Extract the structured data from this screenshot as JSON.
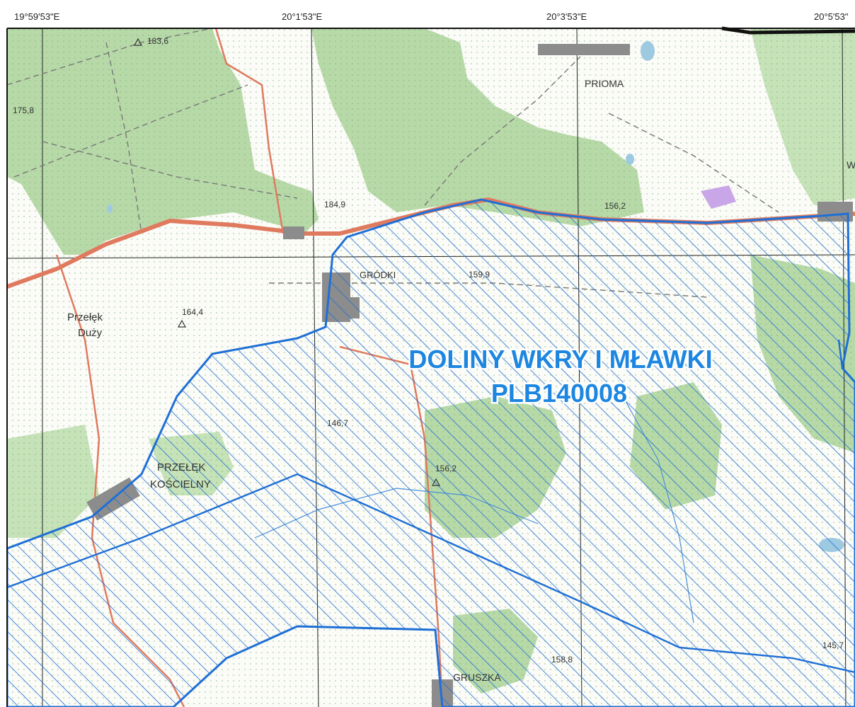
{
  "coordinates": {
    "top": [
      "19°59'53\"E",
      "20°1'53\"E",
      "20°3'53\"E",
      "20°5'53\""
    ]
  },
  "area": {
    "name": "DOLINY WKRY I MŁAWKI",
    "code": "PLB140008",
    "color": "#1e6fd6",
    "label_color": "#1d86e0"
  },
  "places": {
    "prioma": "PRIOMA",
    "grodki": "GRÓDKI",
    "przelek_duzy_1": "Przełęk",
    "przelek_duzy_2": "Duży",
    "przelek_koscielny_1": "PRZEŁĘK",
    "przelek_koscielny_2": "KOŚCIELNY",
    "gruszka": "GRUSZKA",
    "edge_w": "W"
  },
  "spot_heights": [
    "183,6",
    "175,8",
    "184,9",
    "156,2",
    "159,9",
    "164,4",
    "146,7",
    "156,2",
    "158,8",
    "145,7"
  ],
  "map_colors": {
    "forest": "#b7d9a8",
    "road": "#e07a5f",
    "water": "#9ecae1",
    "settlement": "#8c8c8c"
  }
}
